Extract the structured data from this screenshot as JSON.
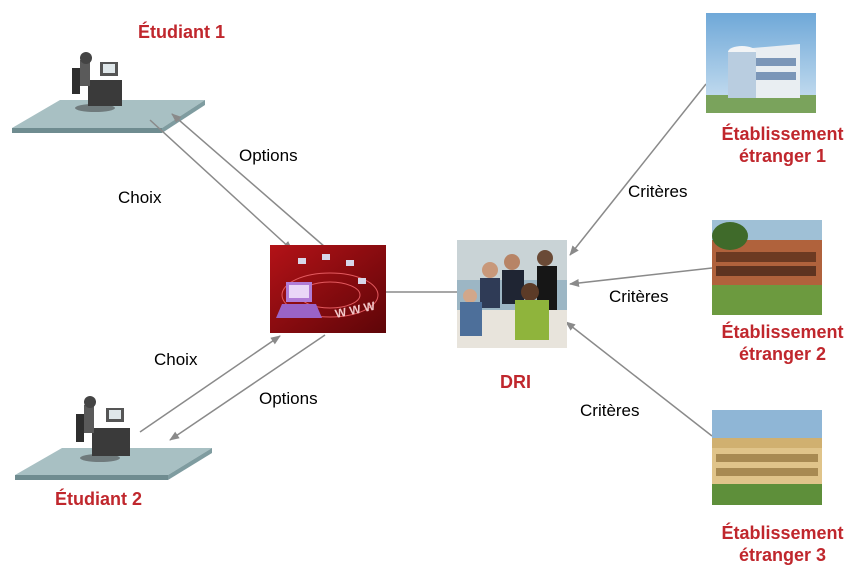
{
  "students": [
    {
      "label": "Étudiant 1"
    },
    {
      "label": "Étudiant 2"
    }
  ],
  "center_label": "DRI",
  "edges": {
    "options_top": "Options",
    "choix_top": "Choix",
    "choix_bottom": "Choix",
    "options_bottom": "Options",
    "criteres_1": "Critères",
    "criteres_2": "Critères",
    "criteres_3": "Critères"
  },
  "institutions": [
    {
      "line1": "Établissement",
      "line2": "étranger 1"
    },
    {
      "line1": "Établissement",
      "line2": "étranger 2"
    },
    {
      "line1": "Établissement",
      "line2": "étranger 3"
    }
  ],
  "colors": {
    "label_red": "#c0272d",
    "platform": "#a8c0c3",
    "arrow": "#8a8a8a",
    "web_bg": "#8e0c12"
  }
}
